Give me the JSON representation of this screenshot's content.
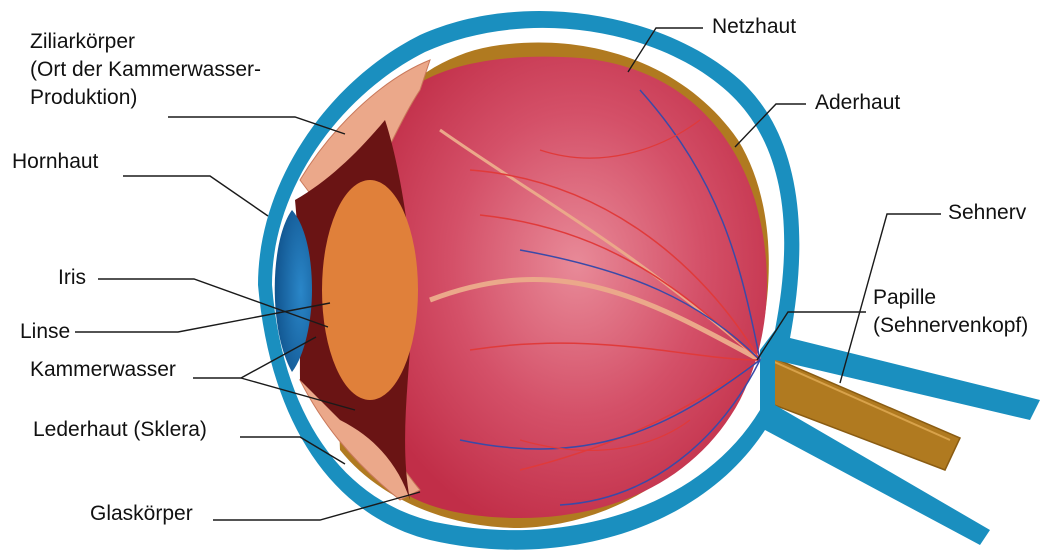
{
  "diagram": {
    "labels": {
      "ziliarkoerper": [
        "Ziliarkörper",
        "(Ort der Kammerwasser-",
        "Produktion)"
      ],
      "hornhaut": "Hornhaut",
      "iris": "Iris",
      "linse": "Linse",
      "kammerwasser": "Kammerwasser",
      "lederhaut": "Lederhaut (Sklera)",
      "glaskoerper": "Glaskörper",
      "netzhaut": "Netzhaut",
      "aderhaut": "Aderhaut",
      "sehnerv": "Sehnerv",
      "papille": [
        "Papille",
        "(Sehnervenkopf)"
      ]
    },
    "colors": {
      "sclera": "#1a8fbf",
      "choroid": "#b07a20",
      "retina": "#c8364f",
      "vitreous_center": "#e88a98",
      "lens": "#e0803a",
      "iris_dark": "#6a1414",
      "ciliary": "#eba88a",
      "cornea": "#1464a0",
      "vessels_red": "#e03a3a",
      "vessels_blue": "#3a4aa8",
      "optic_nerve": "#b07a20"
    }
  }
}
